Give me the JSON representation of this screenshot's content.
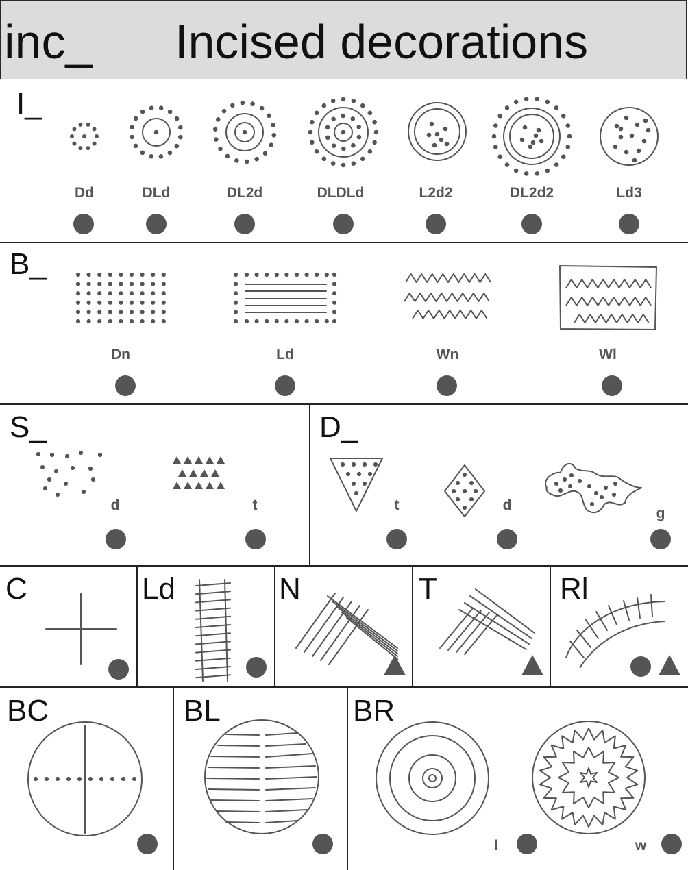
{
  "header": {
    "code": "inc_",
    "title": "Incised decorations",
    "background": "#dcdcdc"
  },
  "symbol_color": "#555555",
  "line_color": "#555555",
  "sections": {
    "I": {
      "label": "I_",
      "items": [
        "Dd",
        "DLd",
        "DL2d",
        "DLDLd",
        "L2d2",
        "DL2d2",
        "Ld3"
      ]
    },
    "B": {
      "label": "B_",
      "items": [
        "Dn",
        "Ld",
        "Wn",
        "Wl"
      ]
    },
    "S": {
      "label": "S_",
      "items": [
        "d",
        "t"
      ]
    },
    "D": {
      "label": "D_",
      "items": [
        "t",
        "d",
        "g"
      ]
    },
    "C": {
      "label": "C"
    },
    "Ld": {
      "label": "Ld"
    },
    "N": {
      "label": "N"
    },
    "T": {
      "label": "T"
    },
    "Rl": {
      "label": "Rl"
    },
    "BC": {
      "label": "BC"
    },
    "BL": {
      "label": "BL"
    },
    "BR": {
      "label": "BR",
      "items": [
        "l",
        "w"
      ]
    }
  },
  "markers": {
    "circle": "filled-circle-marker",
    "triangle": "filled-triangle-marker"
  }
}
